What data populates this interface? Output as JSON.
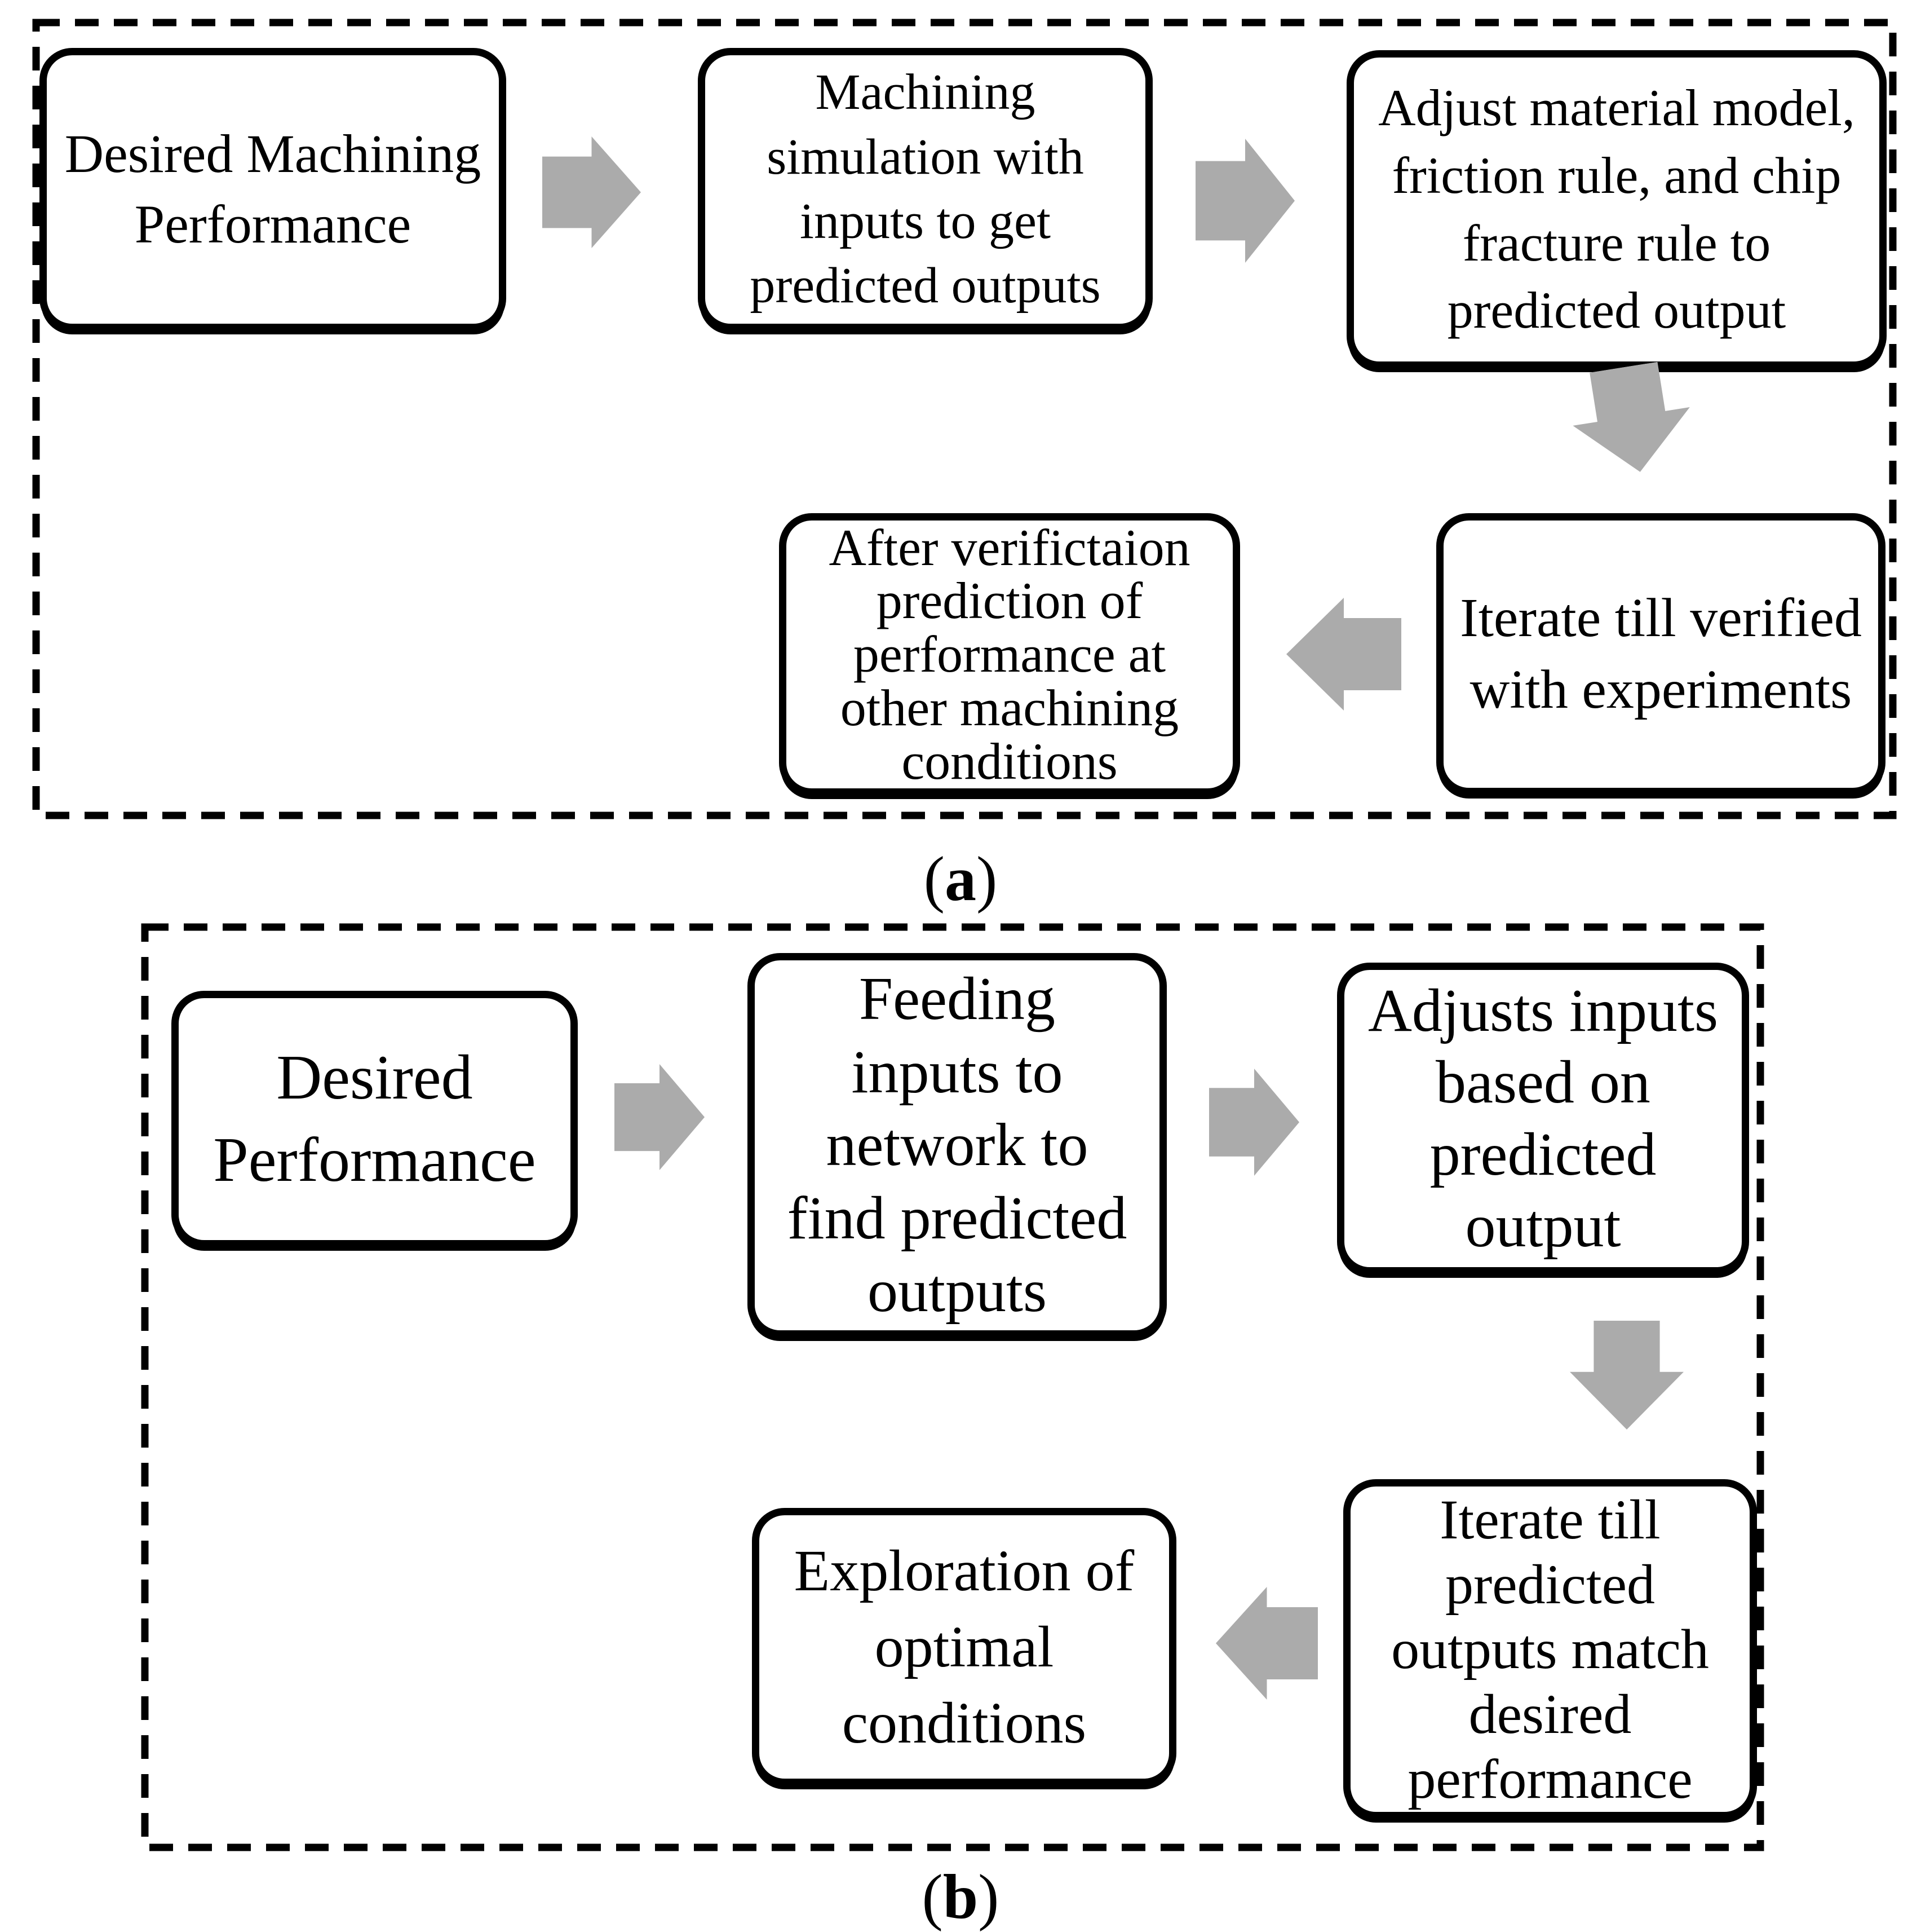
{
  "colors": {
    "border": "#000000",
    "arrow": "#ababab",
    "background": "#ffffff",
    "text": "#000000"
  },
  "panels": [
    {
      "id": "a",
      "caption": {
        "open": "(",
        "letter": "a",
        "close": ")"
      },
      "nodes": [
        {
          "id": "desired-machining-performance",
          "text": "Desired Machining\nPerformance"
        },
        {
          "id": "machining-simulation",
          "text": "Machining\nsimulation with\ninputs to get\npredicted outputs"
        },
        {
          "id": "adjust-material-model",
          "text": "Adjust material model,\nfriction rule, and chip\nfracture rule to\npredicted output"
        },
        {
          "id": "iterate-till-verified",
          "text": "Iterate till verified\nwith experiments"
        },
        {
          "id": "prediction-after-verification",
          "text": "After verifictaion\nprediction of\nperformance at\nother machining\nconditions"
        }
      ],
      "arrows": [
        {
          "id": "a1-to-a2",
          "direction": "right"
        },
        {
          "id": "a2-to-a3",
          "direction": "right"
        },
        {
          "id": "a3-to-a4",
          "direction": "down"
        },
        {
          "id": "a4-to-a5",
          "direction": "left"
        }
      ]
    },
    {
      "id": "b",
      "caption": {
        "open": "(",
        "letter": "b",
        "close": ")"
      },
      "nodes": [
        {
          "id": "desired-performance",
          "text": "Desired\nPerformance"
        },
        {
          "id": "feeding-inputs",
          "text": "Feeding\ninputs to\nnetwork to\nfind predicted\noutputs"
        },
        {
          "id": "adjusts-inputs",
          "text": "Adjusts inputs\nbased on\npredicted\noutput"
        },
        {
          "id": "iterate-till-match",
          "text": "Iterate till\npredicted\noutputs match\ndesired\nperformance"
        },
        {
          "id": "exploration-optimal",
          "text": "Exploration of\noptimal\nconditions"
        }
      ],
      "arrows": [
        {
          "id": "b1-to-b2",
          "direction": "right"
        },
        {
          "id": "b2-to-b3",
          "direction": "right"
        },
        {
          "id": "b3-to-b4",
          "direction": "down"
        },
        {
          "id": "b4-to-b5",
          "direction": "left"
        }
      ]
    }
  ]
}
